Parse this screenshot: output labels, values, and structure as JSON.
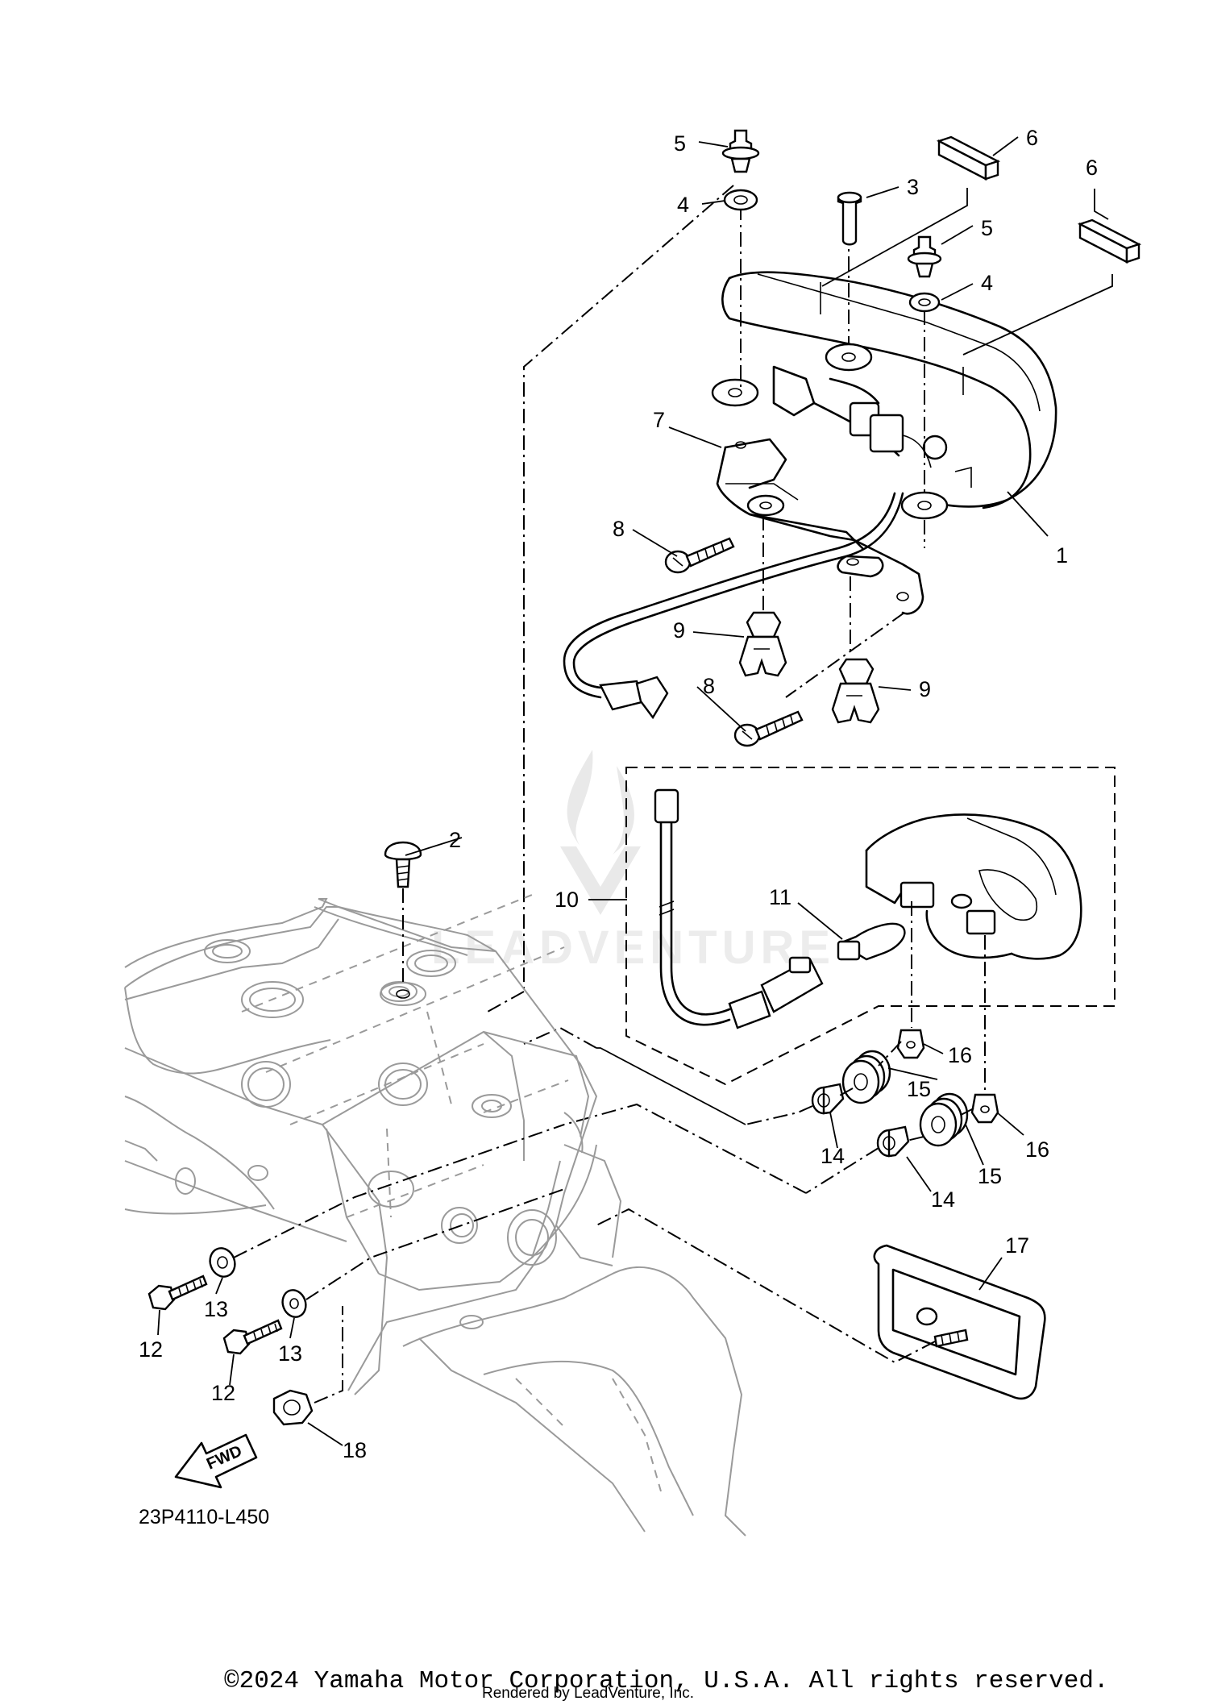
{
  "callouts": {
    "c1": "1",
    "c2": "2",
    "c3": "3",
    "c4a": "4",
    "c4b": "4",
    "c5a": "5",
    "c5b": "5",
    "c6a": "6",
    "c6b": "6",
    "c7": "7",
    "c8a": "8",
    "c8b": "8",
    "c9a": "9",
    "c9b": "9",
    "c10": "10",
    "c11": "11",
    "c12a": "12",
    "c12b": "12",
    "c13a": "13",
    "c13b": "13",
    "c14a": "14",
    "c14b": "14",
    "c15a": "15",
    "c15b": "15",
    "c16a": "16",
    "c16b": "16",
    "c17": "17",
    "c18": "18"
  },
  "fwd_label": "FWD",
  "diagram_code": "23P4110-L450",
  "watermark": "LEADVENTURE",
  "copyright": "©2024 Yamaha Motor Corporation, U.S.A. All rights reserved.",
  "rendered_by": "Rendered by LeadVenture, Inc."
}
